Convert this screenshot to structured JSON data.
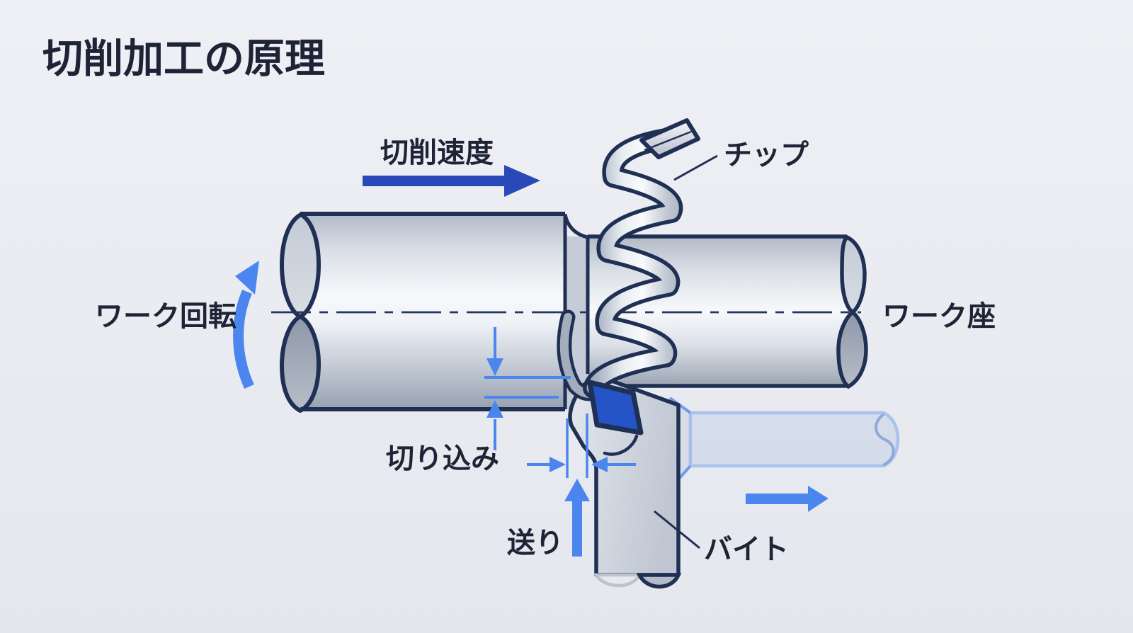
{
  "page": {
    "title": "切削加工の原理"
  },
  "diagram": {
    "type": "lathe-turning-principle",
    "labels": {
      "cutting_speed": "切削速度",
      "chip": "チップ",
      "work_rotation": "ワーク回転",
      "work_axis": "ワーク座",
      "depth_of_cut": "切り込み",
      "feed": "送り",
      "tool_bit": "バイト"
    },
    "icons": [
      {
        "name": "cutting-speed-arrow",
        "meaning": "direction of cutting speed, pointing right",
        "color": "#2a49b8"
      },
      {
        "name": "rotation-arrow",
        "meaning": "workpiece rotation, curved upward",
        "color": "#4a86ee"
      },
      {
        "name": "feed-arrow",
        "meaning": "tool feed direction, pointing up",
        "color": "#4a86ee"
      },
      {
        "name": "carriage-arrow",
        "meaning": "tool movement, pointing right",
        "color": "#4a86ee"
      },
      {
        "name": "depth-dimension-arrows",
        "meaning": "depth of cut dimension",
        "color": "#4a86ee"
      },
      {
        "name": "feed-dimension-arrows",
        "meaning": "feed distance dimension",
        "color": "#4a86ee"
      }
    ],
    "colors": {
      "background": "#e9ebf1",
      "outline": "#1f3054",
      "metal_light": "#f6f8fa",
      "metal_dark": "#99a2b2",
      "accent_dark_blue": "#2a49b8",
      "accent_light_blue": "#4a86ee",
      "insert_blue": "#2554c7",
      "ghost_outline": "#6f9bea",
      "text": "#1e2436"
    }
  }
}
